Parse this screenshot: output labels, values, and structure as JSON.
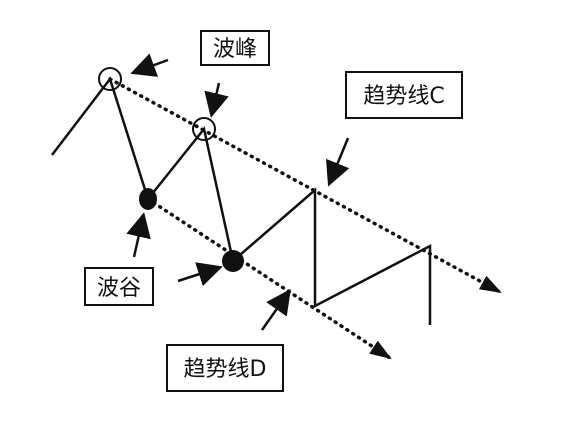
{
  "labels": {
    "peak": "波峰",
    "trough": "波谷",
    "trendline_c": "趋势线C",
    "trendline_d": "趋势线D"
  },
  "colors": {
    "ink": "#111111",
    "background": "#ffffff"
  }
}
